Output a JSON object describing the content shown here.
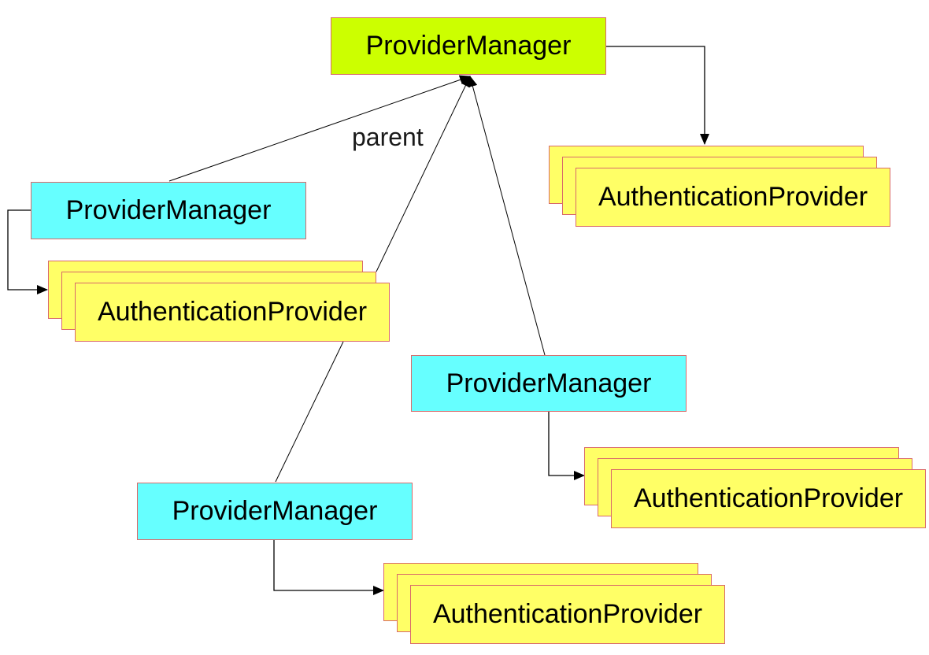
{
  "diagram": {
    "root": {
      "label": "ProviderManager",
      "color": "#ccff00"
    },
    "child_manager_label": "ProviderManager",
    "provider_label": "AuthenticationProvider",
    "edge_label": "parent",
    "colors": {
      "manager": "#66ffff",
      "provider": "#ffff66",
      "border": "#d96a6a"
    }
  }
}
